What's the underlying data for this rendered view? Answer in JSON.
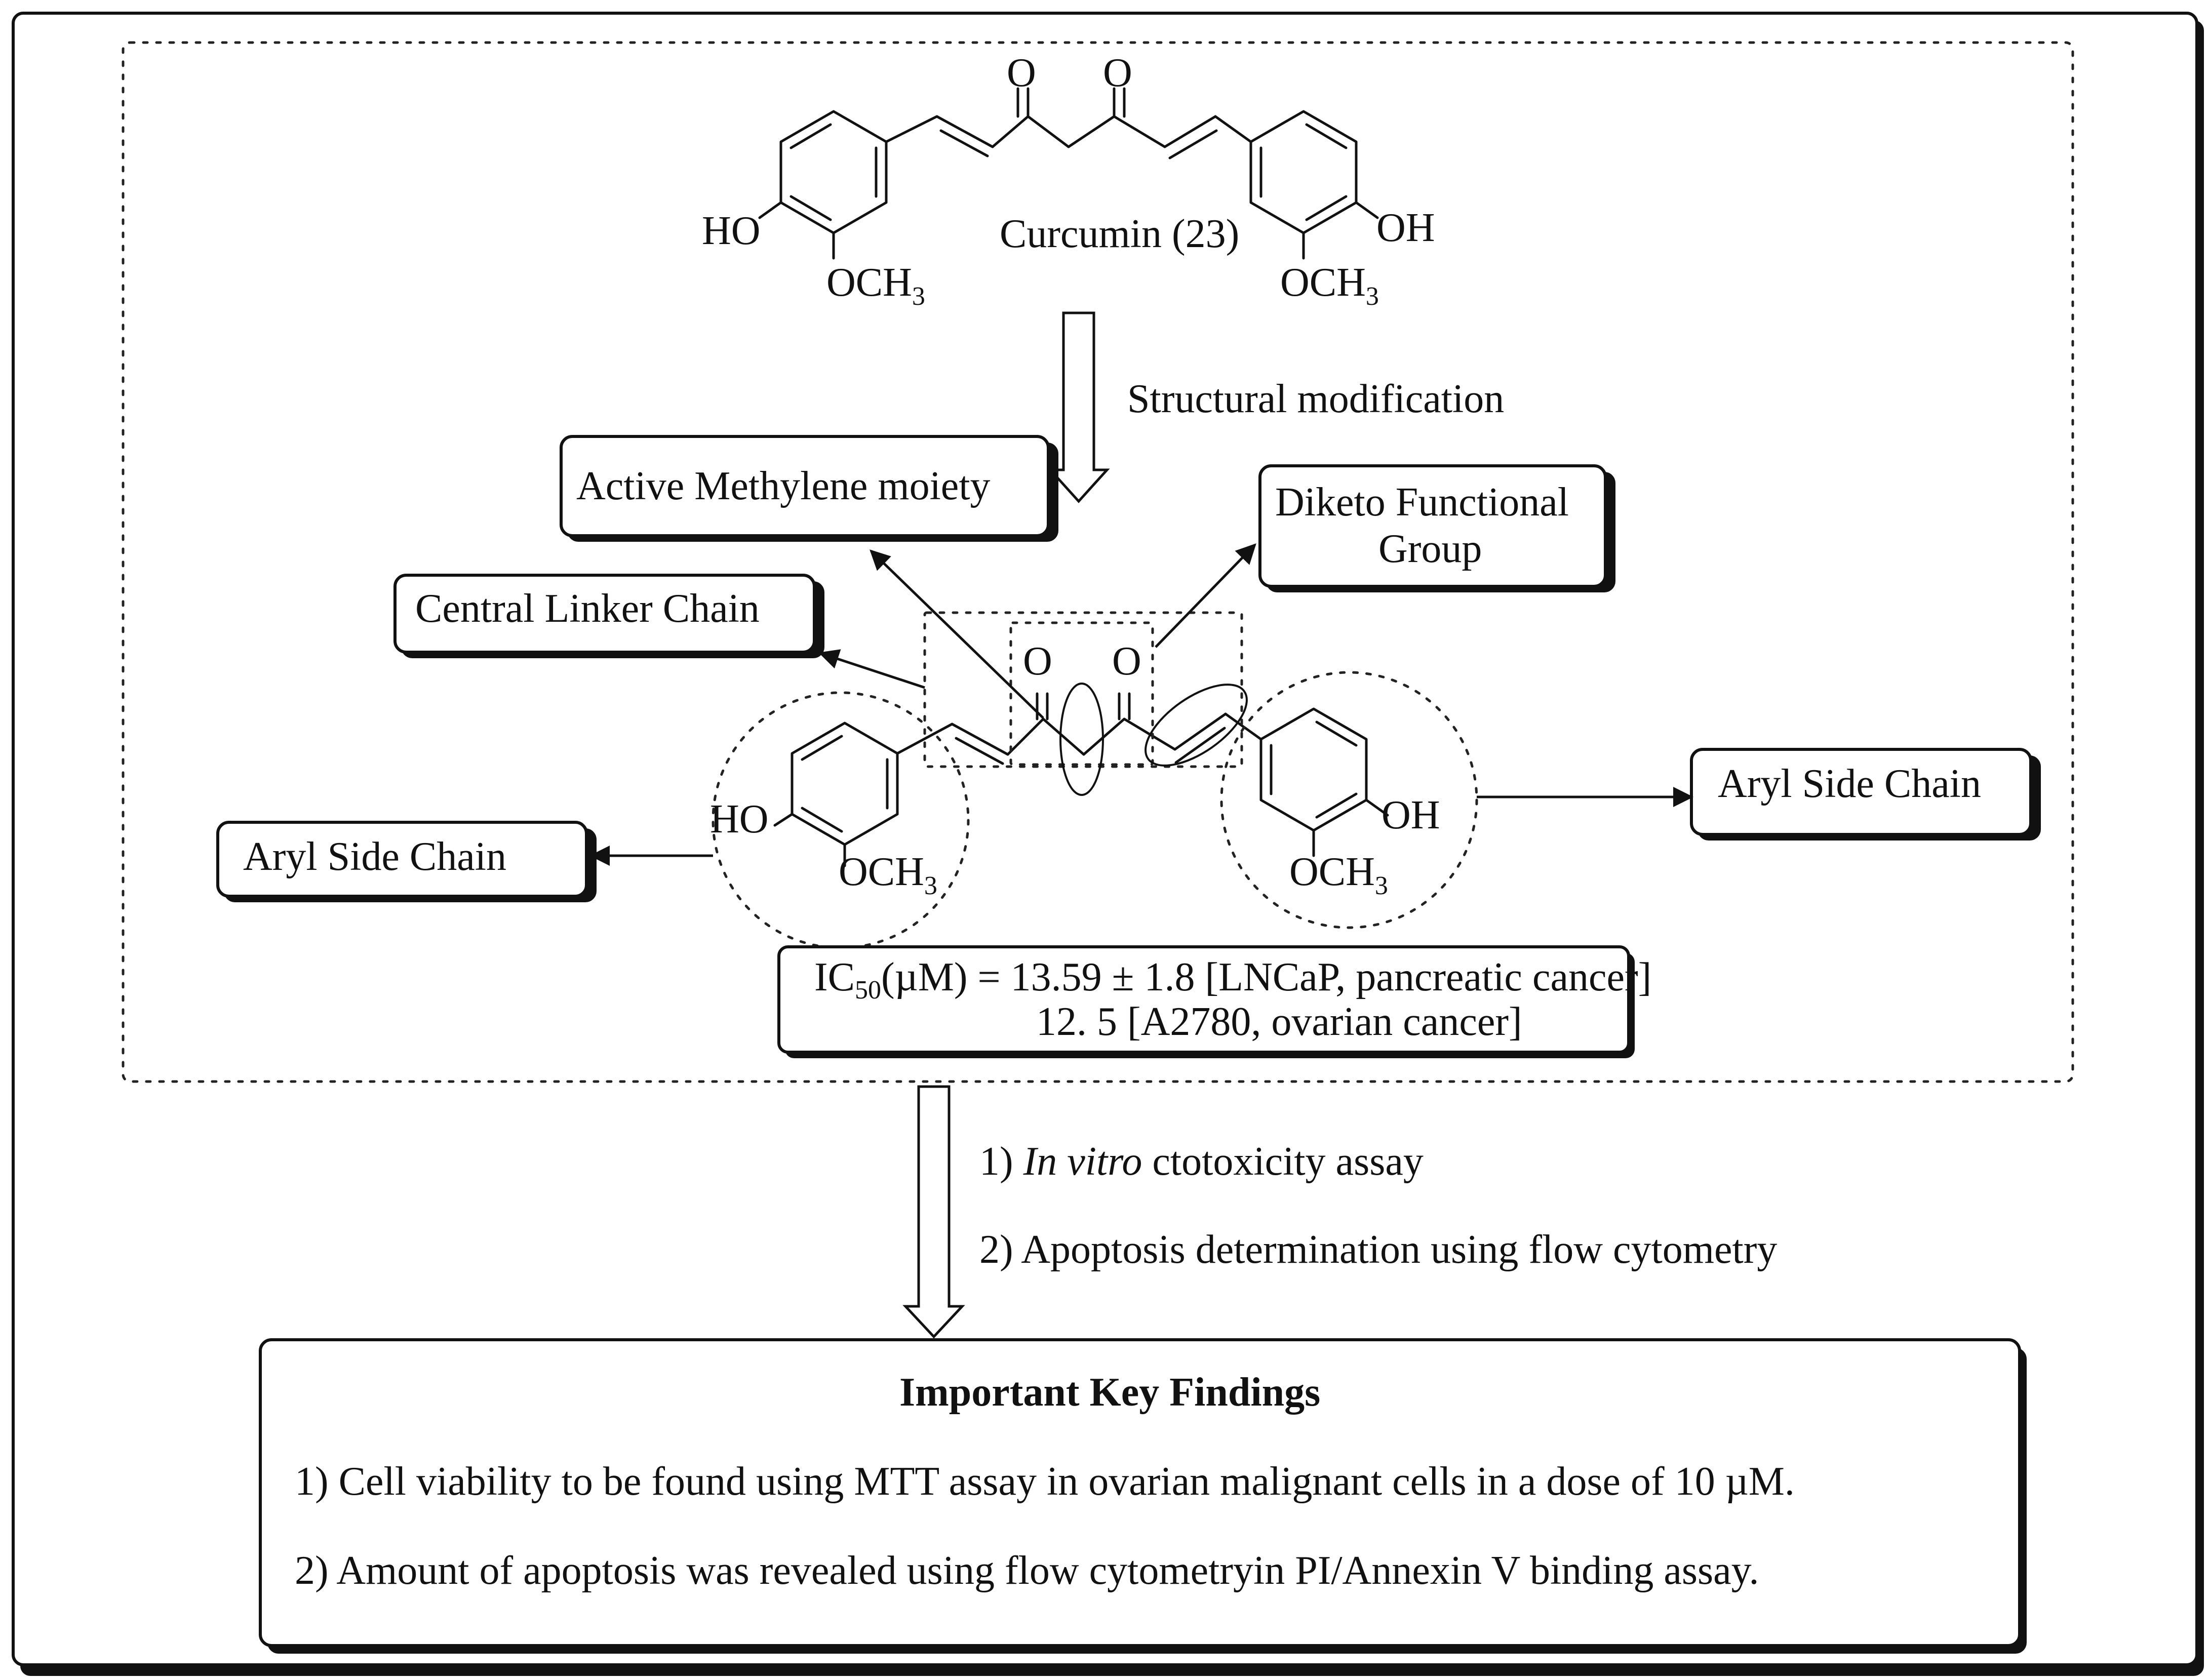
{
  "top_molecule": {
    "name": "Curcumin (23)",
    "carbonyl_o": "O",
    "left_hydroxyl": "HO",
    "right_hydroxyl": "OH",
    "methoxy_prefix": "OCH",
    "methoxy_subscript": "3"
  },
  "step1_label": "Structural modification",
  "annotations": {
    "active_methylene": "Active Methylene moiety",
    "diketo_line1": "Diketo Functional",
    "diketo_line2": "Group",
    "central_linker": "Central Linker Chain",
    "aryl_left": "Aryl Side Chain",
    "aryl_right": "Aryl Side Chain"
  },
  "bottom_molecule": {
    "carbonyl_o": "O",
    "left_hydroxyl": "HO",
    "right_hydroxyl": "OH",
    "methoxy_prefix": "OCH",
    "methoxy_subscript": "3"
  },
  "ic50": {
    "prefix": "IC",
    "subscript": "50",
    "line1_rest": "(µM) = 13.59 ± 1.8 [LNCaP, pancreatic cancer]",
    "line2": "12. 5 [A2780, ovarian cancer]"
  },
  "assays": {
    "item1_num": "1)",
    "item1_italic": "In vitro",
    "item1_rest": "ctotoxicity assay",
    "item2": "2) Apoptosis determination using flow cytometry"
  },
  "findings": {
    "title": "Important Key Findings",
    "item1": "1) Cell viability to be found using MTT assay in ovarian malignant cells in a dose of 10 µM.",
    "item2": "2) Amount of apoptosis was revealed using flow cytometryin PI/Annexin V binding assay."
  }
}
